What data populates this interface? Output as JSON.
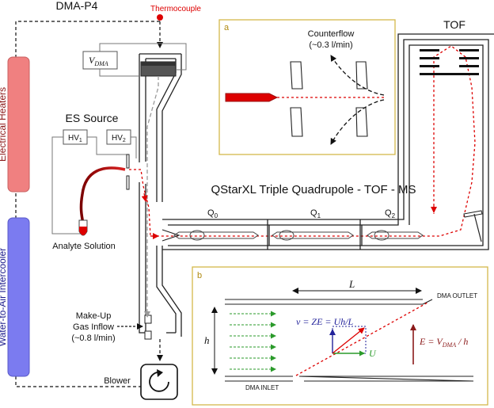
{
  "labels": {
    "dma_title": "DMA-P4",
    "thermocouple": "Thermocouple",
    "electrical_heaters": "Electrical Heaters",
    "intercooler": "Water-to-Air Intercooler",
    "v_dma": "V",
    "v_dma_sub": "DMA",
    "es_source": "ES Source",
    "hv1": "HV",
    "hv1_sub": "1",
    "hv2": "HV",
    "hv2_sub": "2",
    "analyte": "Analyte Solution",
    "makeup_1": "Make-Up",
    "makeup_2": "Gas Inflow",
    "makeup_3": "(~0.8 l/min)",
    "blower": "Blower",
    "ms_title": "QStarXL Triple Quadrupole - TOF - MS",
    "q0": "Q",
    "q0_sub": "0",
    "q1": "Q",
    "q1_sub": "1",
    "q2": "Q",
    "q2_sub": "2",
    "tof": "TOF"
  },
  "inset_a": {
    "letter": "a",
    "counterflow_1": "Counterflow",
    "counterflow_2": "(~0.3 l/min)"
  },
  "inset_b": {
    "letter": "b",
    "L": "L",
    "h": "h",
    "dma_outlet": "DMA OUTLET",
    "dma_inlet": "DMA INLET",
    "v_eq": "v = ZE = Uh/L",
    "U": "U",
    "E_eq_1": "E = V",
    "E_eq_sub": "DMA",
    "E_eq_2": " / h"
  },
  "colors": {
    "heater": "#f08080",
    "cooler": "#7b7bf0",
    "thermo": "#dd0000",
    "ion_path": "#dd0000",
    "gas_path": "#999999",
    "inset_border": "#d4b84a",
    "flow_green": "#2a9a2a",
    "v_blue": "#22229a",
    "e_red": "#8b1a1a"
  }
}
